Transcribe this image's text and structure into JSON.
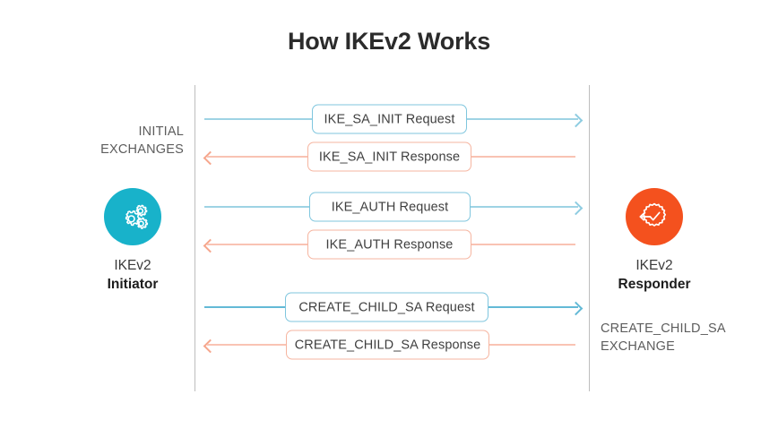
{
  "title": "How IKEv2 Works",
  "colors": {
    "request_line": "#9ed3e4",
    "request_line_strong": "#63b9d6",
    "response_line": "#f9c3b3",
    "request_box_border": "#7fc6de",
    "response_box_border": "#f6b5a0",
    "initiator_circle": "#18b2ca",
    "responder_circle": "#f4511e",
    "lifeline": "#bdbdbd",
    "title_text": "#2b2b2b",
    "label_text": "#5d5d5d"
  },
  "side_labels": {
    "initial": "INITIAL\nEXCHANGES",
    "child_sa": "CREATE_CHILD_SA\nEXCHANGE"
  },
  "endpoints": {
    "initiator": {
      "name": "IKEv2",
      "role": "Initiator",
      "icon": "gears-icon"
    },
    "responder": {
      "name": "IKEv2",
      "role": "Responder",
      "icon": "gear-check-arrow-icon"
    }
  },
  "messages": [
    {
      "label": "IKE_SA_INIT Request",
      "direction": "request",
      "group": "initial"
    },
    {
      "label": "IKE_SA_INIT Response",
      "direction": "response",
      "group": "initial"
    },
    {
      "label": "IKE_AUTH Request",
      "direction": "request",
      "group": "auth"
    },
    {
      "label": "IKE_AUTH Response",
      "direction": "response",
      "group": "auth"
    },
    {
      "label": "CREATE_CHILD_SA Request",
      "direction": "request",
      "group": "child_sa"
    },
    {
      "label": "CREATE_CHILD_SA Response",
      "direction": "response",
      "group": "child_sa"
    }
  ]
}
